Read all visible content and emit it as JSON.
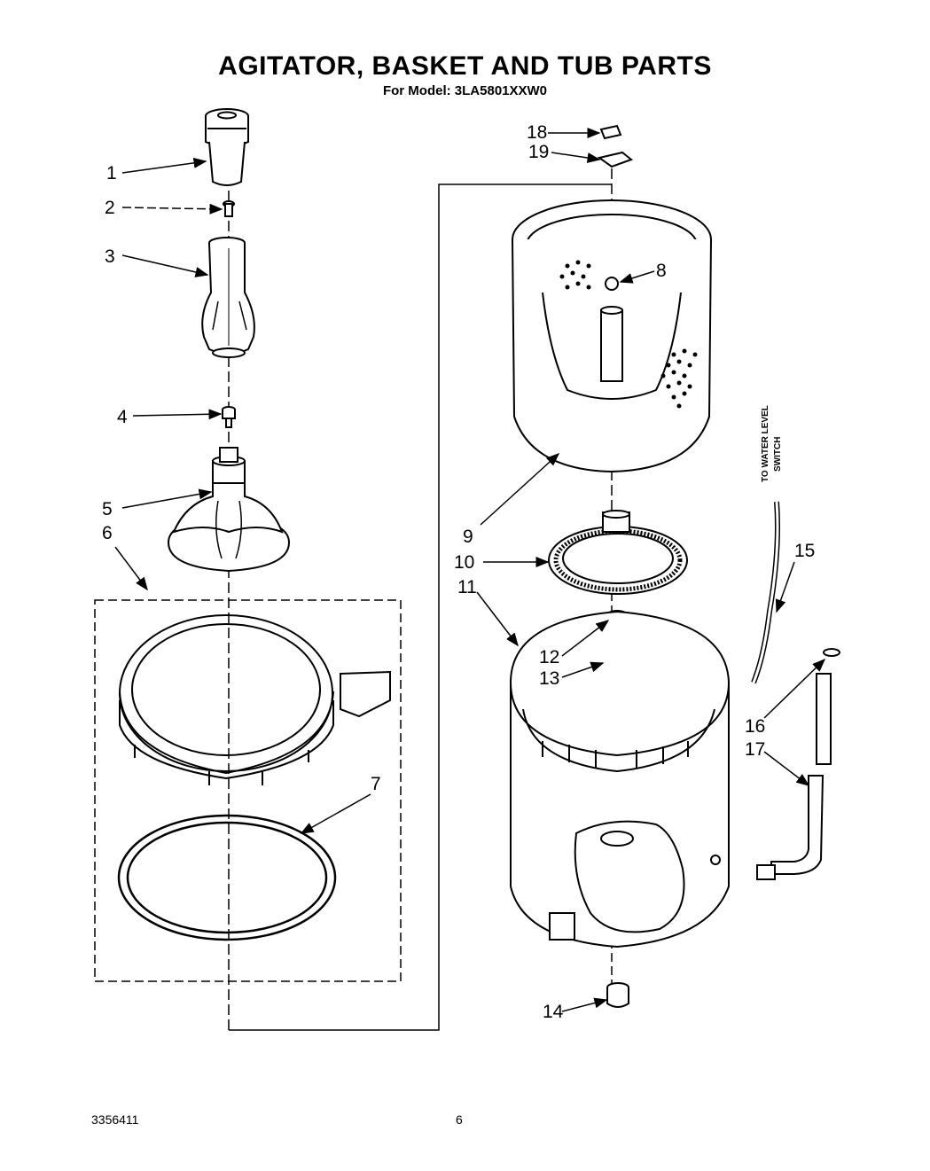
{
  "header": {
    "title": "AGITATOR, BASKET AND TUB PARTS",
    "subtitle": "For Model: 3LA5801XXW0"
  },
  "side_note": {
    "line1": "TO WATER LEVEL",
    "line2": "SWITCH"
  },
  "footer": {
    "doc_number": "3356411",
    "page": "6"
  },
  "callouts": [
    "1",
    "2",
    "3",
    "4",
    "5",
    "6",
    "7",
    "8",
    "9",
    "10",
    "11",
    "12",
    "13",
    "14",
    "15",
    "16",
    "17",
    "18",
    "19"
  ]
}
